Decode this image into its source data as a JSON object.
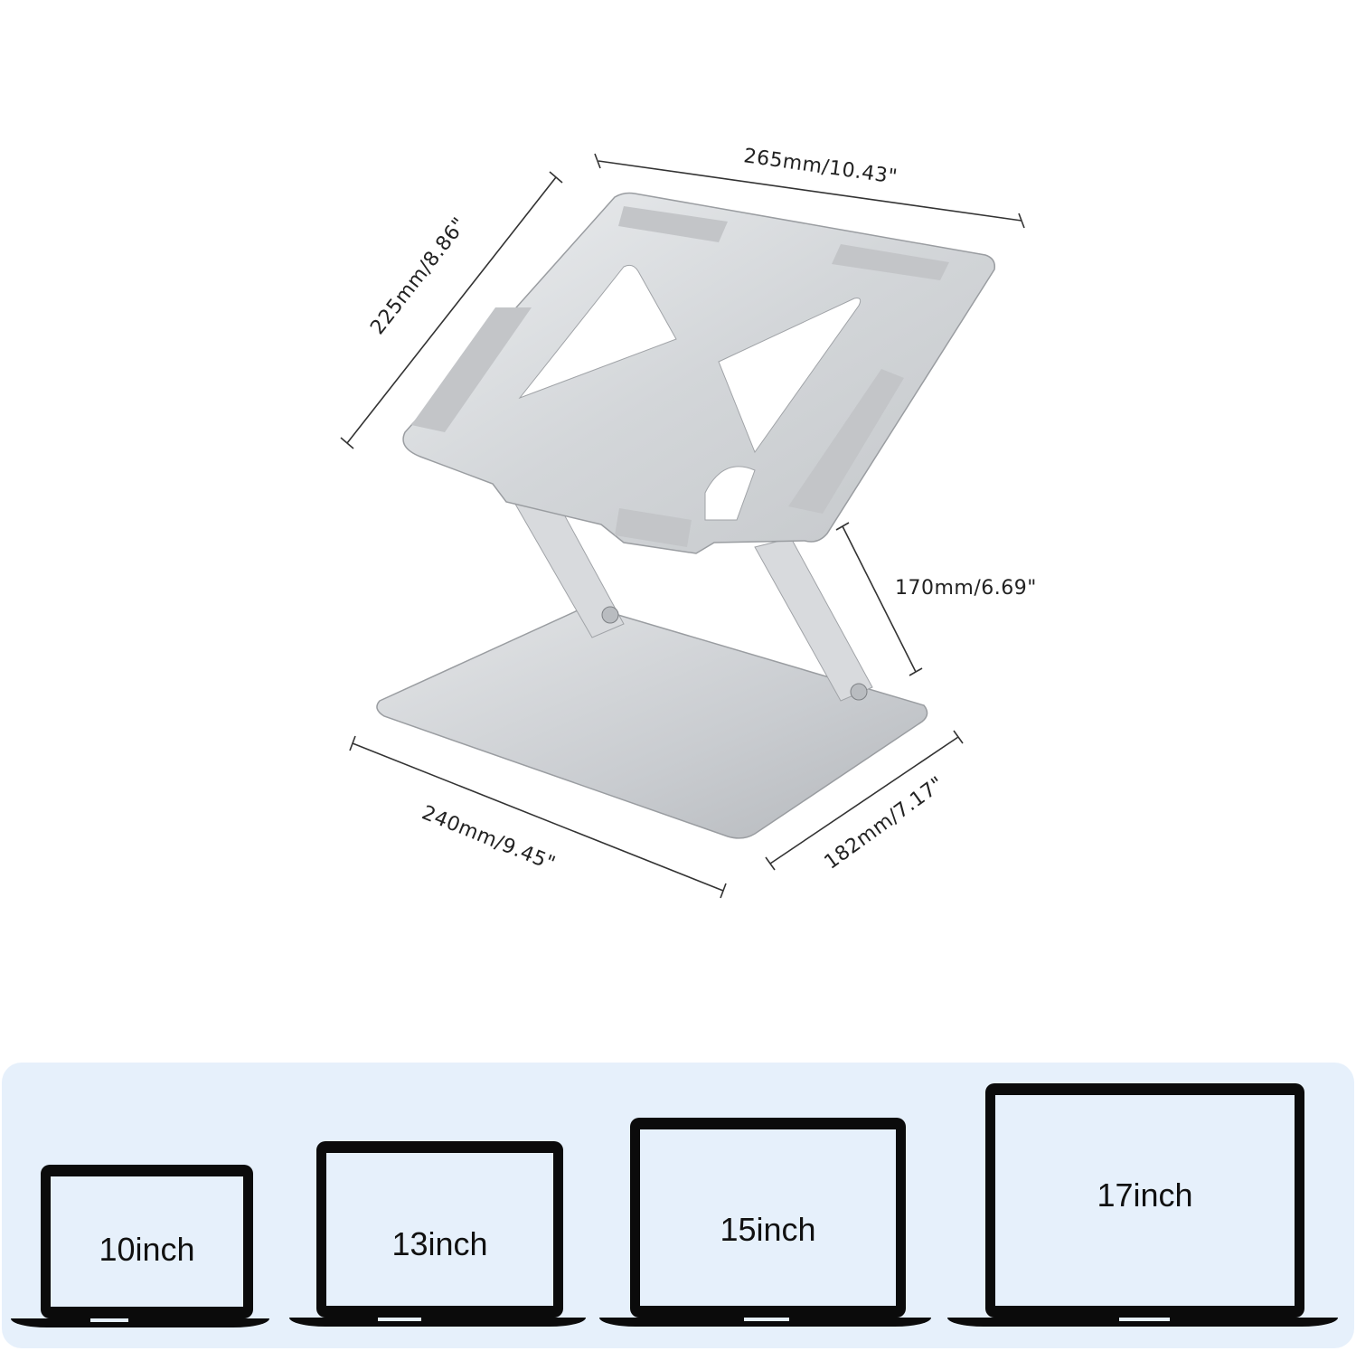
{
  "dimensions": {
    "top_width": "265mm/10.43\"",
    "top_depth": "225mm/8.86\"",
    "height": "170mm/6.69\"",
    "base_width": "240mm/9.45\"",
    "base_depth": "182mm/7.17\""
  },
  "compatible_sizes": [
    {
      "label": "10inch"
    },
    {
      "label": "13inch"
    },
    {
      "label": "15inch"
    },
    {
      "label": "17inch"
    }
  ],
  "colors": {
    "panel": "#e6f0fb",
    "laptop": "#0b0b0b",
    "metal": "#d7d9dc"
  }
}
